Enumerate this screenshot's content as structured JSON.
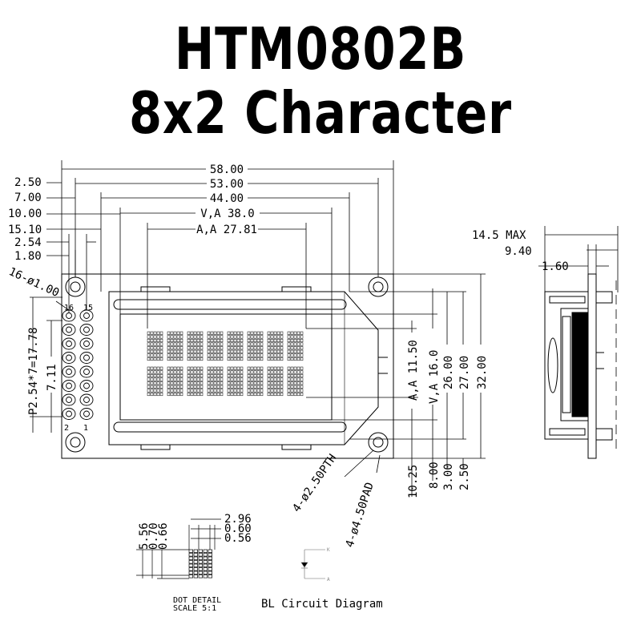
{
  "title": {
    "line1": "HTM0802B",
    "line2": "8x2 Character"
  },
  "top_dims": {
    "d58": "58.00",
    "d53": "53.00",
    "d44": "44.00",
    "va": "V,A 38.0",
    "aa": "A,A 27.81"
  },
  "left_dims": {
    "d250": "2.50",
    "d700": "7.00",
    "d1000": "10.00",
    "d1510": "15.10",
    "d254": "2.54",
    "d180": "1.80"
  },
  "holes": "16-ø1.00",
  "pins": {
    "p16": "16",
    "p15": "15",
    "p2": "2",
    "p1": "1"
  },
  "pitch": "P2.54*7=17.78",
  "d711": "7.11",
  "right_dims": {
    "aa": "A,A 11.50",
    "va": "V,A 16.0",
    "d26": "26.00",
    "d27": "27.00",
    "d32": "32.00"
  },
  "bottom_dims": {
    "d1025": "10.25",
    "d800": "8.00",
    "d300": "3.00",
    "d250": "2.50"
  },
  "mount": {
    "pth": "4-ø2.50PTH",
    "pad": "4-ø4.50PAD"
  },
  "side_dims": {
    "max": "14.5 MAX",
    "d940": "9.40",
    "d160": "1.60"
  },
  "dot_detail": {
    "v1": "5.56",
    "v2": "0.70",
    "v3": "0.66",
    "h1": "2.96",
    "h2": "0.60",
    "h3": "0.56",
    "caption1": "DOT DETAIL",
    "caption2": "SCALE 5:1"
  },
  "bl": {
    "caption": "BL Circuit Diagram",
    "k": "K",
    "a": "A"
  }
}
